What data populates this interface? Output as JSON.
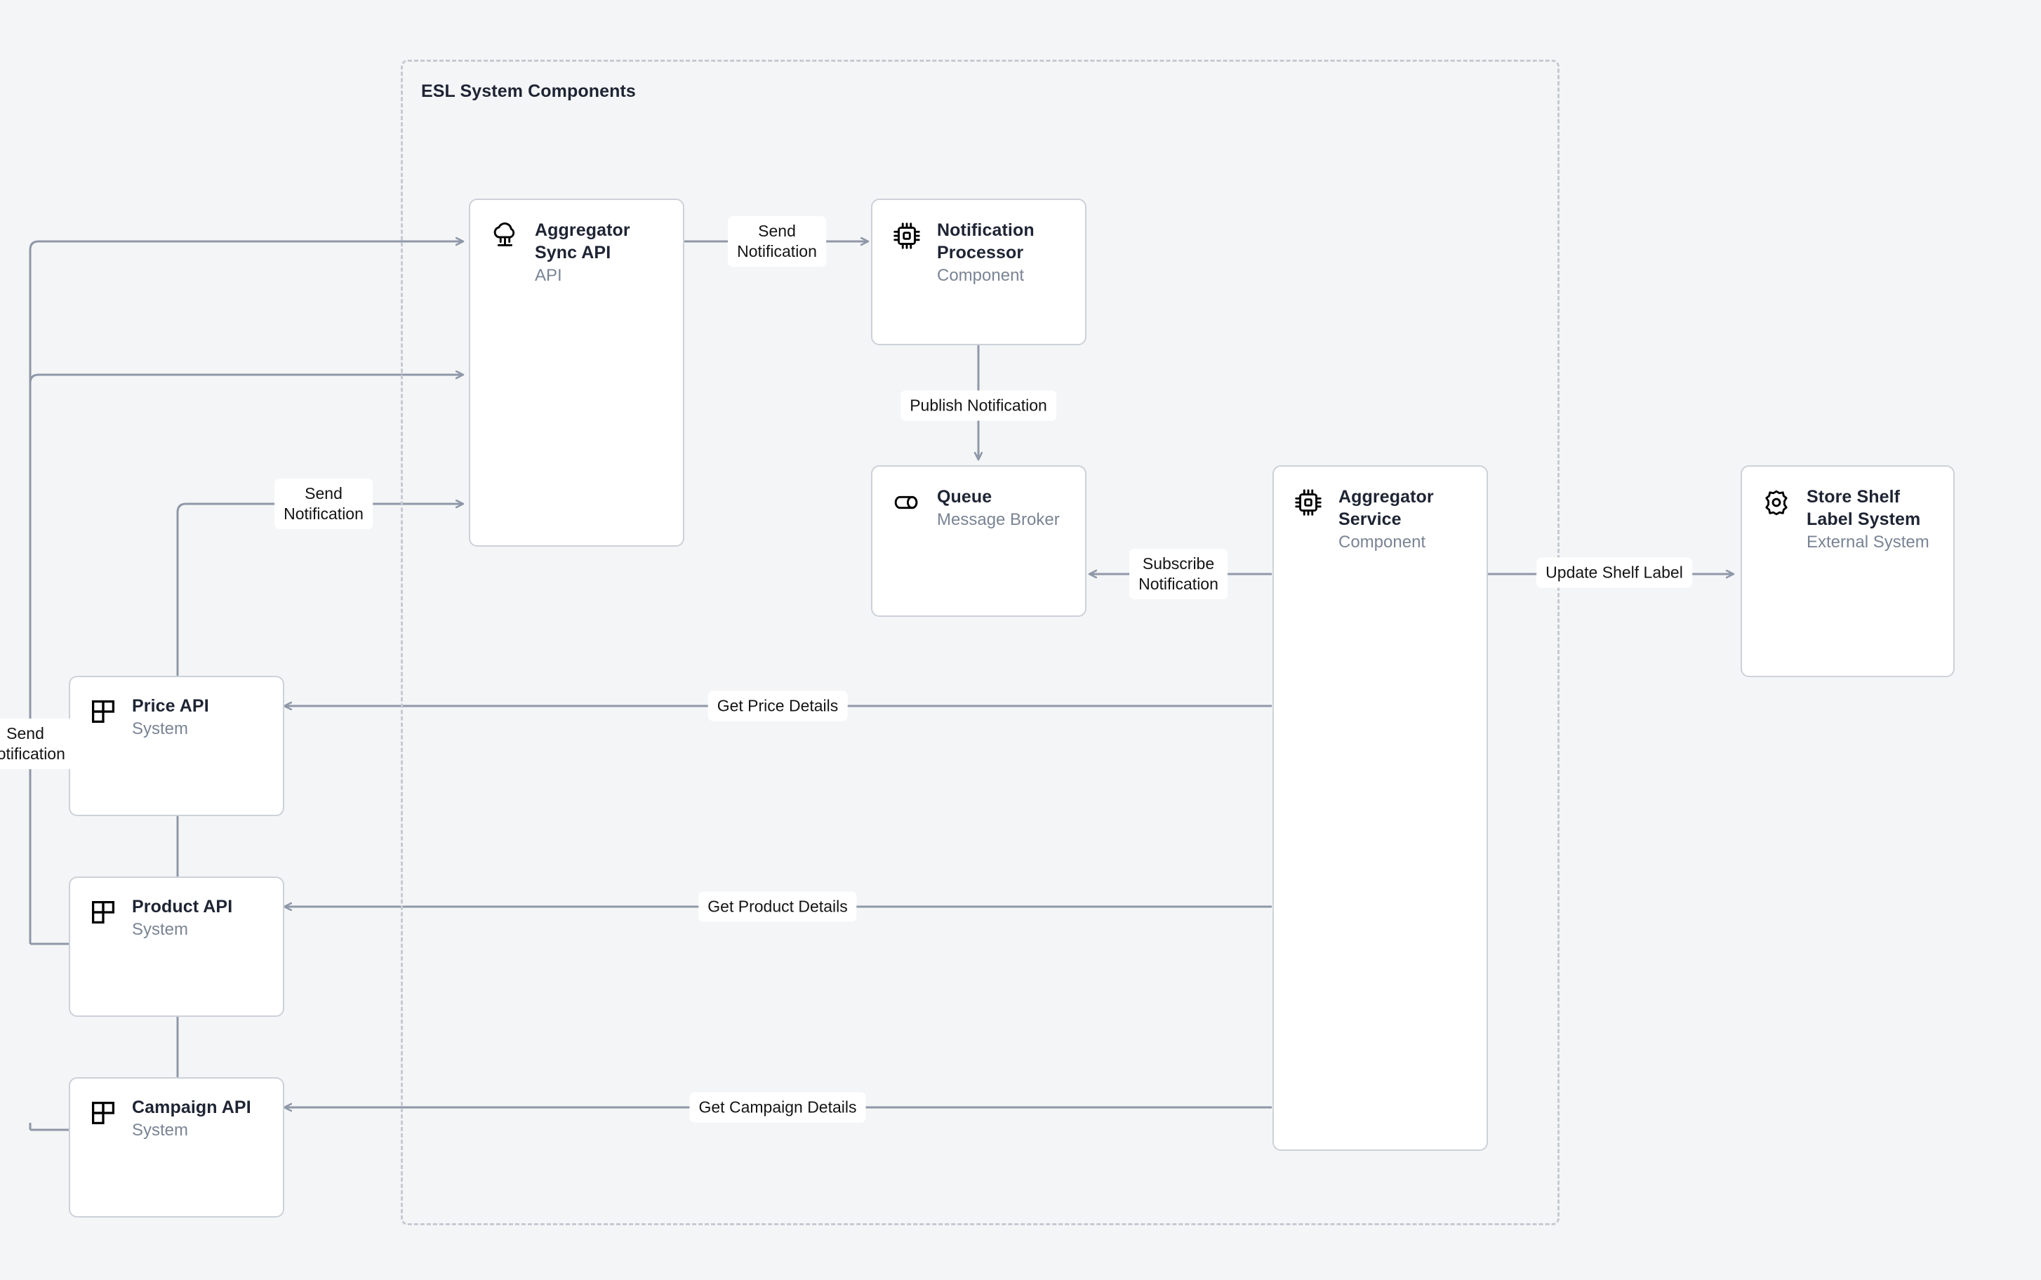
{
  "diagram": {
    "type": "architecture-flow",
    "background_color": "#f4f5f6",
    "node_border_color": "#ccd1d9",
    "edge_color": "#8f98a8",
    "boundary_color": "#c5cad2",
    "title_color": "#1e2433",
    "subtitle_color": "#7a8494"
  },
  "boundary": {
    "label": "ESL System Components"
  },
  "nodes": {
    "aggregator_sync_api": {
      "title_line1": "Aggregator",
      "title_line2": "Sync API",
      "subtitle": "API",
      "icon": "cloud-network-icon"
    },
    "notification_processor": {
      "title_line1": "Notification",
      "title_line2": "Processor",
      "subtitle": "Component",
      "icon": "cpu-chip-icon"
    },
    "queue": {
      "title_line1": "Queue",
      "title_line2": "",
      "subtitle": "Message Broker",
      "icon": "cylinder-queue-icon"
    },
    "aggregator_service": {
      "title_line1": "Aggregator",
      "title_line2": "Service",
      "subtitle": "Component",
      "icon": "cpu-chip-icon"
    },
    "store_shelf_label_system": {
      "title_line1": "Store Shelf",
      "title_line2": "Label System",
      "subtitle": "External System",
      "icon": "gear-icon"
    },
    "price_api": {
      "title_line1": "Price API",
      "title_line2": "",
      "subtitle": "System",
      "icon": "system-blocks-icon"
    },
    "product_api": {
      "title_line1": "Product API",
      "title_line2": "",
      "subtitle": "System",
      "icon": "system-blocks-icon"
    },
    "campaign_api": {
      "title_line1": "Campaign API",
      "title_line2": "",
      "subtitle": "System",
      "icon": "system-blocks-icon"
    }
  },
  "edge_labels": {
    "send_notification_top": "Send\nNotification",
    "send_notification_mid": "Send\nNotification",
    "send_notification_left": "Send\nNotification",
    "publish_notification": "Publish Notification",
    "subscribe_notification": "Subscribe\nNotification",
    "update_shelf_label": "Update Shelf Label",
    "get_price_details": "Get Price Details",
    "get_product_details": "Get Product Details",
    "get_campaign_details": "Get Campaign Details"
  }
}
